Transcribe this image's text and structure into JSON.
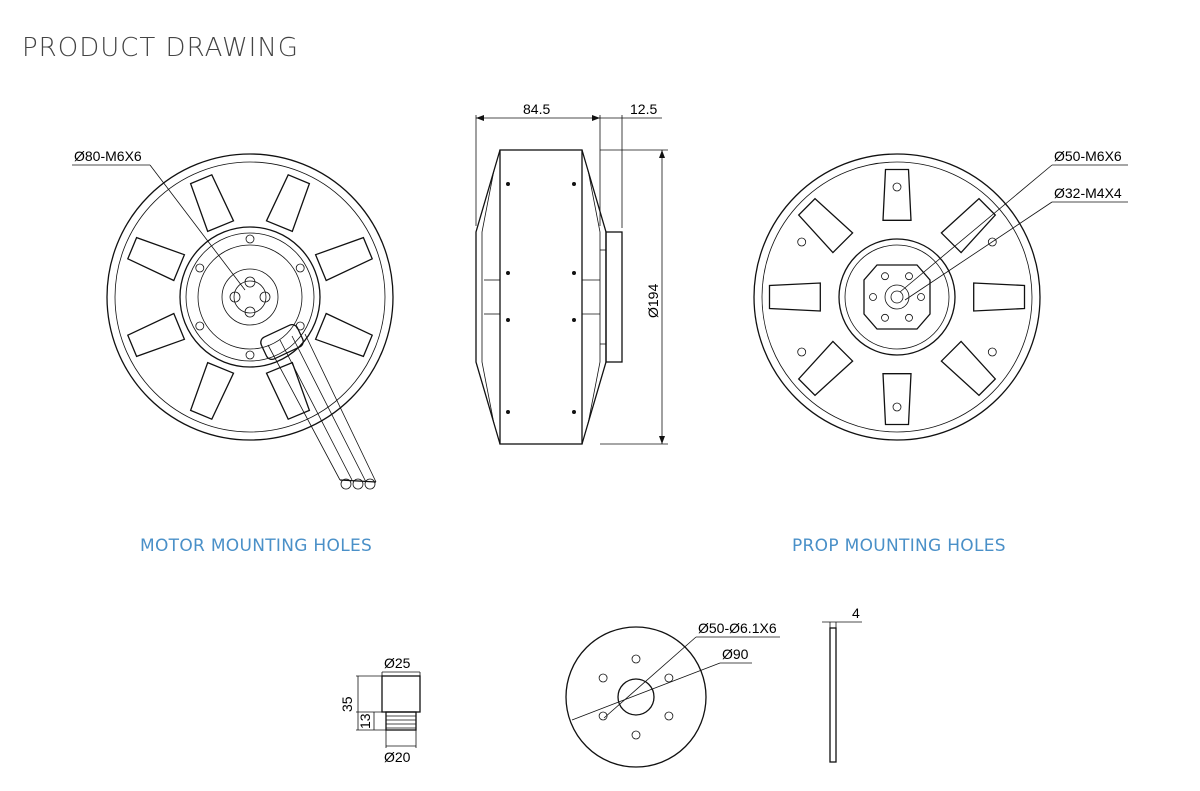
{
  "page": {
    "title": "PRODUCT DRAWING"
  },
  "captions": {
    "left": "MOTOR MOUNTING HOLES",
    "right": "PROP MOUNTING HOLES"
  },
  "dimensions": {
    "left_hole": "Ø80-M6X6",
    "side_width": "84.5",
    "side_shaft": "12.5",
    "side_diameter": "Ø194",
    "right_hole_outer": "Ø50-M6X6",
    "right_hole_inner": "Ø32-M4X4",
    "nut_top": "Ø25",
    "nut_bottom": "Ø20",
    "nut_height": "35",
    "nut_thread": "13",
    "plate_holes": "Ø50-Ø6.1X6",
    "plate_diameter": "Ø90",
    "plate_thickness": "4"
  }
}
